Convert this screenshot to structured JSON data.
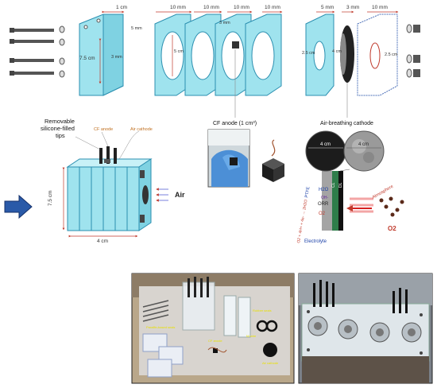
{
  "dims": {
    "d1cm": "1 cm",
    "d5mm_a": "5 mm",
    "d3mm_a": "3 mm",
    "d75cm_a": "7.5 cm",
    "d10mm_1": "10 mm",
    "d10mm_2": "10 mm",
    "d10mm_3": "10 mm",
    "d10mm_4": "10 mm",
    "d3mm_b": "3 mm",
    "d5cm": "5 cm",
    "d5mm_b": "5 mm",
    "d3mm_c": "3 mm",
    "d10mm_5": "10 mm",
    "d25cm_a": "2.5 cm",
    "d4cm_a": "4 cm",
    "d25cm_b": "2.5 cm",
    "d75cm_b": "7.5 cm",
    "d4cm_b": "4 cm"
  },
  "labels": {
    "tips_line1": "Removable",
    "tips_line2": "silicone-filled",
    "tips_line3": "tips",
    "cf_anode": "CF anode",
    "air_cathode": "Air cathode",
    "air": "Air",
    "cf_anode_title": "CF anode (1 cm",
    "cf_anode_sup": "3",
    "cf_anode_close": ")",
    "abc_title": "Air-breathing cathode",
    "circle_left": "4 cm",
    "circle_right": "4 cm",
    "ptfe": "PTFE",
    "h2o": "H2O",
    "orr": "ORR",
    "oh": "OH-",
    "o2_small": "O2",
    "reaction": "O2 + 4H+ + 4e- → 2H2O",
    "atmosphere": "Atmosphere",
    "o2_big": "O2",
    "electrolyte": "Electrolyte",
    "cl": "CL",
    "dl": "DL"
  },
  "photo_labels": {
    "rubber_seals": "Rubber seals",
    "paraffin": "Paraffin-based seals",
    "cf_anode": "CF anode",
    "air_cathode": "Air cathode",
    "ni_wire": "Ni wire"
  },
  "colors": {
    "plate": "#9fe3ee",
    "plate_edge": "#2b8fb0",
    "dim": "#c0392b",
    "arrow": "#2a5aa8",
    "air_arrow": "#6a74d8",
    "label_orange": "#c07020"
  }
}
